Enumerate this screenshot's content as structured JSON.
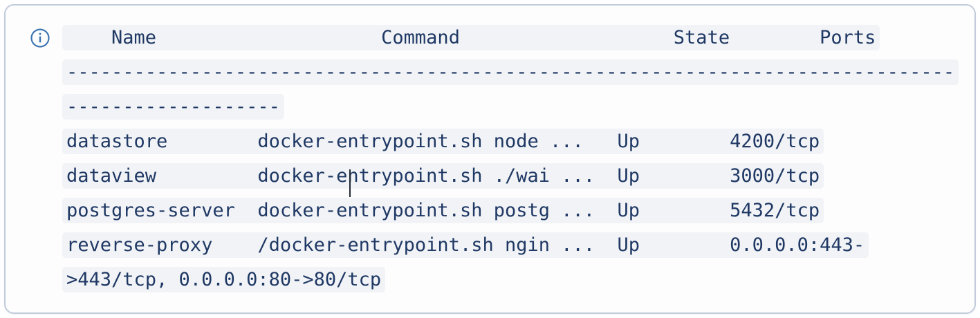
{
  "callout": {
    "icon": "info-circle-icon",
    "icon_color": "#3a72b0",
    "border_color": "#c2ccda",
    "background_color": "#fdfdfe",
    "code_background_color": "#f1f3f6",
    "code_text_color": "#1f3864"
  },
  "terminal": {
    "columns": [
      "Name",
      "Command",
      "State",
      "Ports"
    ],
    "header_line": "Name                    Command                   State        Ports",
    "separator_line": "--------------------------------------------------------------------------------------------------",
    "rows": [
      {
        "name": "datastore",
        "command": "docker-entrypoint.sh node ...",
        "state": "Up",
        "ports": "4200/tcp",
        "raw": "datastore        docker-entrypoint.sh node ...   Up        4200/tcp"
      },
      {
        "name": "dataview",
        "command": "docker-entrypoint.sh ./wai ...",
        "state": "Up",
        "ports": "3000/tcp",
        "raw": "dataview         docker-entrypoint.sh ./wai ...  Up        3000/tcp"
      },
      {
        "name": "postgres-server",
        "command": "docker-entrypoint.sh postg ...",
        "state": "Up",
        "ports": "5432/tcp",
        "raw": "postgres-server  docker-entrypoint.sh postg ...  Up        5432/tcp"
      },
      {
        "name": "reverse-proxy",
        "command": "/docker-entrypoint.sh ngin ...",
        "state": "Up",
        "ports": "0.0.0.0:443->443/tcp, 0.0.0.0:80->80/tcp",
        "raw": "reverse-proxy    /docker-entrypoint.sh ngin ...  Up        0.0.0.0:443->443/tcp, 0.0.0.0:80->80/tcp"
      }
    ],
    "full_text": "    Name                    Command                   State        Ports\n--------------------------------------------------------------------------------------------------\ndatastore        docker-entrypoint.sh node ...   Up        4200/tcp\ndataview         docker-entrypoint.sh ./wai ...  Up        3000/tcp\npostgres-server  docker-entrypoint.sh postg ...  Up        5432/tcp\nreverse-proxy    /docker-entrypoint.sh ngin ...  Up        0.0.0.0:443->443/tcp, 0.0.0.0:80->80/tcp"
  },
  "caret": {
    "visible": true,
    "after_text": "docker"
  }
}
